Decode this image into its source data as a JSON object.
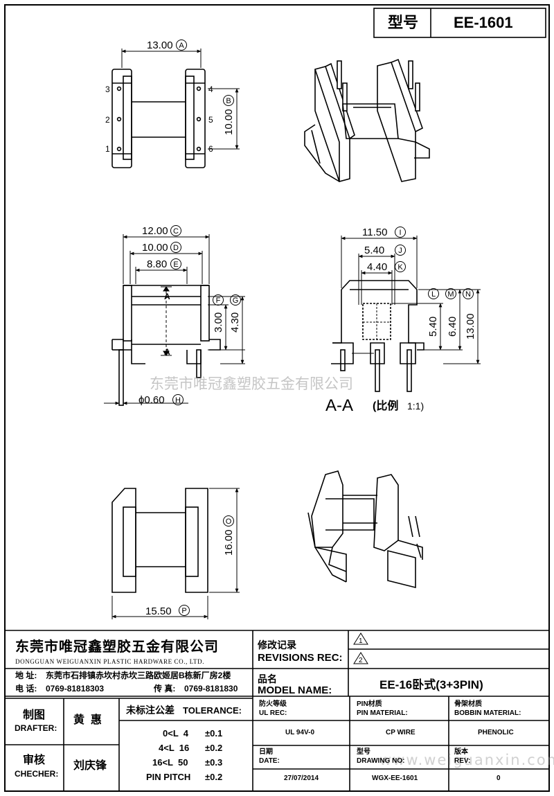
{
  "header": {
    "model_label": "型号",
    "model_value": "EE-1601"
  },
  "dimensions": {
    "A": "13.00",
    "B": "10.00",
    "C": "12.00",
    "D": "10.00",
    "E": "8.80",
    "F": "3.00",
    "G": "4.30",
    "H": "ϕ0.60",
    "I": "11.50",
    "J": "5.40",
    "K": "4.40",
    "L": "5.40",
    "M": "6.40",
    "N": "13.00",
    "O": "16.00",
    "P": "15.50"
  },
  "circle_letters": [
    "A",
    "B",
    "C",
    "D",
    "E",
    "F",
    "G",
    "H",
    "I",
    "J",
    "K",
    "L",
    "M",
    "N",
    "O",
    "P"
  ],
  "pin_numbers": [
    "3",
    "2",
    "1",
    "4",
    "5",
    "6"
  ],
  "section_marks": [
    "A",
    "A"
  ],
  "section_view": {
    "label": "A-A",
    "scale_label": "(比例",
    "scale_value": "1:1)"
  },
  "watermarks": {
    "center": "东莞市唯冠鑫塑胶五金有限公司",
    "corner": "www.weiguanxin.com"
  },
  "company": {
    "name_cn": "东莞市唯冠鑫塑胶五金有限公司",
    "name_en": "DONGGUAN WEIGUANXIN PLASTIC HARDWARE CO., LTD.",
    "address_label": "地  址:",
    "address": "东莞市石排镇赤坎村赤坎三路欧姬居B栋新厂房2楼",
    "phone_label": "电  话:",
    "phone": "0769-81818303",
    "fax_label": "传  真:",
    "fax": "0769-8181830"
  },
  "revisions": {
    "label_cn": "修改记录",
    "label_en": "REVISIONS REC:",
    "marks": [
      "1",
      "2"
    ]
  },
  "model_name": {
    "label_cn": "品名",
    "label_en": "MODEL NAME:",
    "value": "EE-16卧式(3+3PIN)"
  },
  "drafter": {
    "label_cn": "制图",
    "label_en": "DRAFTER:",
    "name": "黄  惠"
  },
  "checker": {
    "label_cn": "审核",
    "label_en": "CHECHER:",
    "name": "刘庆锋"
  },
  "tolerance": {
    "label": "未标注公差",
    "label_en": "TOLERANCE:",
    "rows": [
      {
        "range": "0<L  4",
        "value": "±0.1"
      },
      {
        "range": "4<L  16",
        "value": "±0.2"
      },
      {
        "range": "16<L  50",
        "value": "±0.3"
      },
      {
        "range": "PIN PITCH",
        "value": "±0.2"
      }
    ]
  },
  "specs": {
    "ul_rec_cn": "防火等级",
    "ul_rec_en": "UL REC:",
    "ul_rec_value": "UL 94V-0",
    "pin_material_cn": "PIN材质",
    "pin_material_en": "PIN MATERIAL:",
    "pin_material_value": "CP WIRE",
    "bobbin_material_cn": "骨架材质",
    "bobbin_material_en": "BOBBIN MATERIAL:",
    "bobbin_material_value": "PHENOLIC",
    "date_cn": "日期",
    "date_en": "DATE:",
    "date_value": "27/07/2014",
    "drawing_no_cn": "型号",
    "drawing_no_en": "DRAWING NO:",
    "drawing_no_value": "WGX-EE-1601",
    "rev_cn": "版本",
    "rev_en": "REV:",
    "rev_value": "0"
  }
}
